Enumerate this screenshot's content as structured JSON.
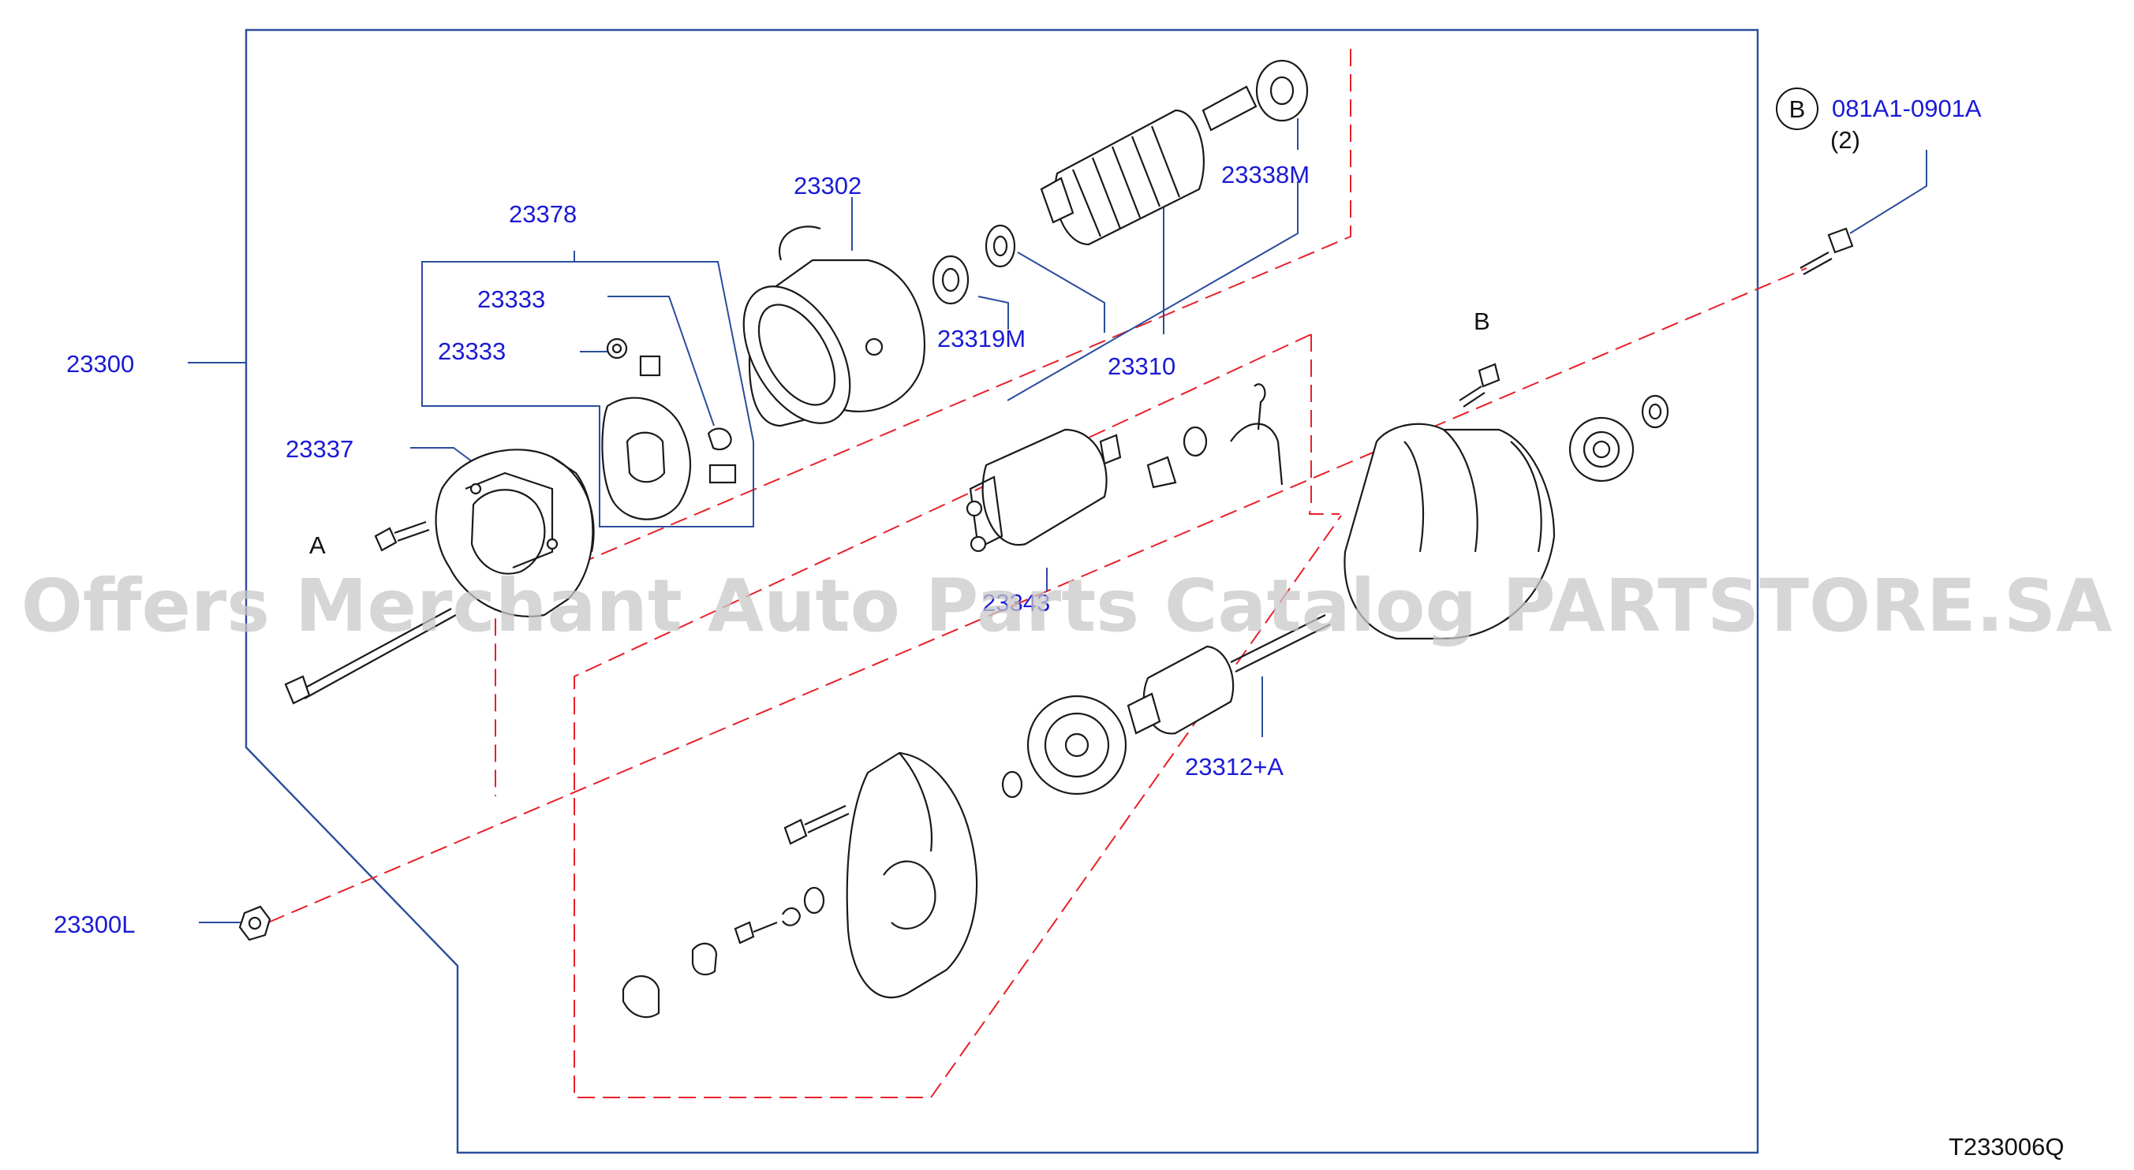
{
  "diagram": {
    "diagram_code": "T233006Q",
    "watermark": "Offers Merchant Auto Parts Catalog PARTSTORE.SA",
    "parts": [
      {
        "id": "23300",
        "label": "23300"
      },
      {
        "id": "23378",
        "label": "23378"
      },
      {
        "id": "23333a",
        "label": "23333"
      },
      {
        "id": "23333b",
        "label": "23333"
      },
      {
        "id": "23337",
        "label": "23337"
      },
      {
        "id": "23302",
        "label": "23302"
      },
      {
        "id": "23338M",
        "label": "23338M"
      },
      {
        "id": "23319M",
        "label": "23319M"
      },
      {
        "id": "23310",
        "label": "23310"
      },
      {
        "id": "23343",
        "label": "23343"
      },
      {
        "id": "23312A",
        "label": "23312+A"
      },
      {
        "id": "23300L",
        "label": "23300L"
      },
      {
        "id": "081A1",
        "label": "081A1-0901A"
      }
    ],
    "bolt_ref": {
      "circle_letter": "B",
      "qty": "(2)"
    },
    "ref_markers": {
      "a": "A",
      "b": "B"
    }
  }
}
